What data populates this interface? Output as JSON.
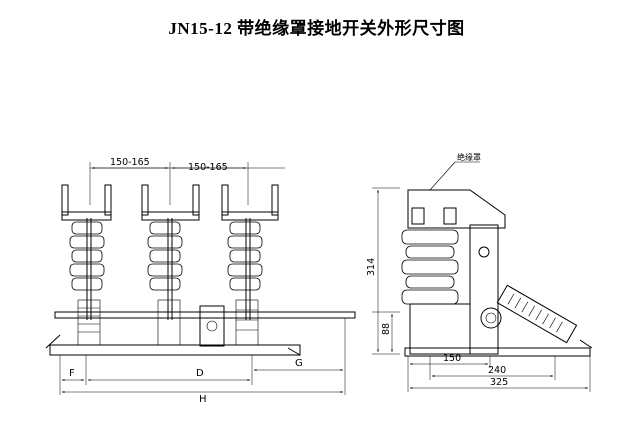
{
  "title": "JN15-12 带绝缘罩接地开关外形尺寸图",
  "front_view": {
    "spacing_left": "150-165",
    "spacing_right": "150-165",
    "dim_F": "F",
    "dim_D": "D",
    "dim_G": "G",
    "dim_H": "H"
  },
  "side_view": {
    "insulating_cover_label": "绝缘罩",
    "dim_height": "314",
    "dim_base_height": "88",
    "dim_150": "150",
    "dim_240": "240",
    "dim_325": "325"
  }
}
